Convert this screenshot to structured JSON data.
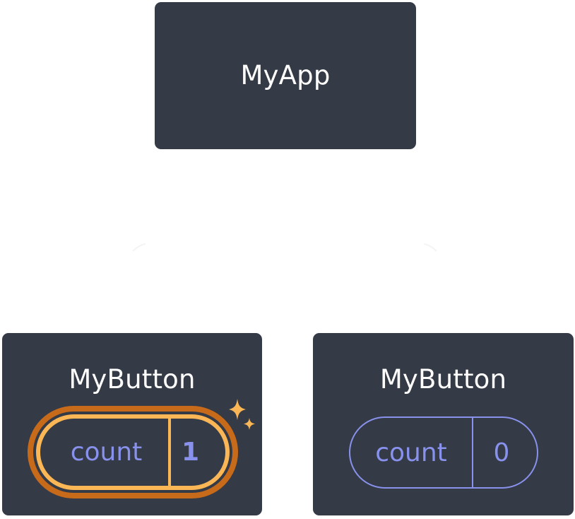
{
  "diagram": {
    "root": {
      "label": "MyApp"
    },
    "children": [
      {
        "label": "MyButton",
        "state": {
          "name": "count",
          "value": "1",
          "highlighted": true
        }
      },
      {
        "label": "MyButton",
        "state": {
          "name": "count",
          "value": "0",
          "highlighted": false
        }
      }
    ]
  },
  "colors": {
    "node_bg": "#343a46",
    "node_text": "#ffffff",
    "state_text": "#8891ec",
    "highlight_inner": "#fbb756",
    "highlight_outer": "#c76a1a",
    "sparkle": "#fbb756"
  },
  "icons": {
    "sparkle": "sparkle-icon"
  }
}
